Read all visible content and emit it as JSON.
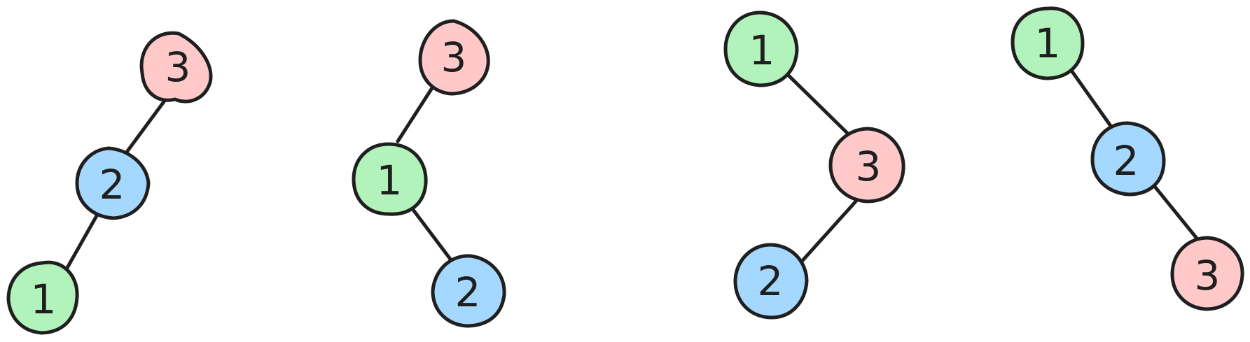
{
  "colors": {
    "node_1": "#b2f2bb",
    "node_2": "#a5d8ff",
    "node_3": "#ffc9c9",
    "stroke": "#1f1f1f"
  },
  "trees": [
    {
      "nodes": [
        {
          "label": "3",
          "color_key": "node_3"
        },
        {
          "label": "2",
          "color_key": "node_2"
        },
        {
          "label": "1",
          "color_key": "node_1"
        }
      ],
      "edges": [
        [
          "3",
          "2"
        ],
        [
          "2",
          "1"
        ]
      ]
    },
    {
      "nodes": [
        {
          "label": "3",
          "color_key": "node_3"
        },
        {
          "label": "1",
          "color_key": "node_1"
        },
        {
          "label": "2",
          "color_key": "node_2"
        }
      ],
      "edges": [
        [
          "3",
          "1"
        ],
        [
          "1",
          "2"
        ]
      ]
    },
    {
      "nodes": [
        {
          "label": "1",
          "color_key": "node_1"
        },
        {
          "label": "3",
          "color_key": "node_3"
        },
        {
          "label": "2",
          "color_key": "node_2"
        }
      ],
      "edges": [
        [
          "1",
          "3"
        ],
        [
          "3",
          "2"
        ]
      ]
    },
    {
      "nodes": [
        {
          "label": "1",
          "color_key": "node_1"
        },
        {
          "label": "2",
          "color_key": "node_2"
        },
        {
          "label": "3",
          "color_key": "node_3"
        }
      ],
      "edges": [
        [
          "1",
          "2"
        ],
        [
          "2",
          "3"
        ]
      ]
    }
  ]
}
